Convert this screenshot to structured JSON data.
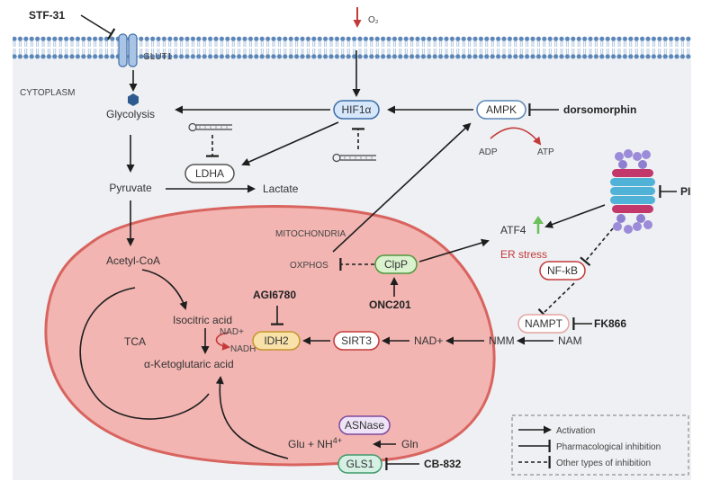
{
  "labels": {
    "stf31": "STF-31",
    "o2": "O₂",
    "glut1": "GLUT1",
    "cytoplasm": "CYTOPLASM",
    "glycolysis": "Glycolysis",
    "hif1a": "HIF1α",
    "ampk": "AMPK",
    "dorsomorphin": "dorsomorphin",
    "adp": "ADP",
    "atp": "ATP",
    "ldha": "LDHA",
    "pyruvate": "Pyruvate",
    "lactate": "Lactate",
    "pi": "PI",
    "mitochondria": "MITOCHONDRIA",
    "atf4": "ATF4",
    "er_stress": "ER stress",
    "acetyl_coa": "Acetyl-CoA",
    "oxphos": "OXPHOS",
    "clpp": "ClpP",
    "nfkb": "NF-kB",
    "agi6780": "AGI6780",
    "onc201": "ONC201",
    "isocitric": "Isocitric acid",
    "tca": "TCA",
    "nadplus_small": "NAD+",
    "nadh": "NADH",
    "akg": "α-Ketoglutaric acid",
    "idh2": "IDH2",
    "sirt3": "SIRT3",
    "nadplus": "NAD+",
    "nmm": "NMM",
    "nampt": "NAMPT",
    "fk866": "FK866",
    "nam": "NAM",
    "asnase": "ASNase",
    "glu_nh": "Glu + NH",
    "nh_sup": "4+",
    "gln": "Gln",
    "gls1": "GLS1",
    "cb839": "CB-832"
  },
  "legend": {
    "activation": "Activation",
    "pharm_inhibition": "Pharmacological inhibition",
    "other_inhibition": "Other types of inhibition"
  },
  "colors": {
    "membrane_head": "#5b86b8",
    "mito_fill": "#f2b5b2",
    "mito_outline": "#d9645f",
    "hif_fill": "#d6e6fb",
    "clpp_fill": "#dbf2cf",
    "idh2_fill": "#f8e2a9",
    "asnase_fill": "#efe4f7",
    "gls1_fill": "#d6f0e4",
    "accent_red": "#c43a3a",
    "accent_green": "#6cbf5a"
  }
}
